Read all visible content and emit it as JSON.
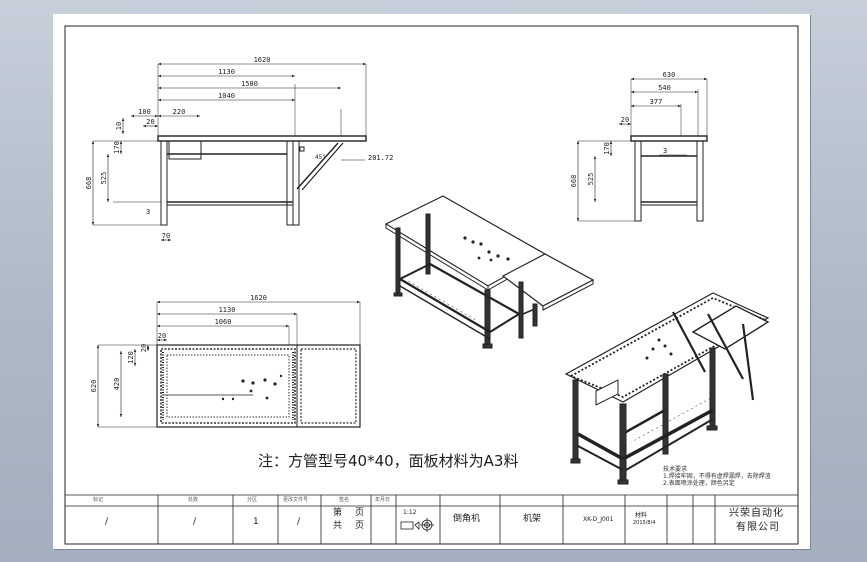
{
  "drawing_note": "注：方管型号40*40，面板材料为A3料",
  "front_view": {
    "dims_top": [
      "1620",
      "1130",
      "1580",
      "1040"
    ],
    "dims_left_top": [
      "100",
      "220",
      "20",
      "10"
    ],
    "dims_left": [
      "170",
      "525",
      "668"
    ],
    "dim_bottom": [
      "3",
      "70"
    ],
    "dim_right": "201.72",
    "dim_angle": "45°"
  },
  "side_view": {
    "dims_top": [
      "630",
      "540",
      "377",
      "20"
    ],
    "dims_left": [
      "170",
      "525",
      "668"
    ],
    "dim_inner": "3"
  },
  "top_view": {
    "dims_top": [
      "1620",
      "1130",
      "1060",
      "20"
    ],
    "dims_left": [
      "20",
      "120",
      "420",
      "620"
    ]
  },
  "tech_requirements": [
    "技术要求",
    "1.焊接牢固，不得有虚焊漏焊，去除焊渣",
    "2.表面喷涂处理，颜色另定"
  ],
  "title_block": {
    "headers": [
      "标记",
      "处数",
      "分区",
      "更改文件号",
      "签名",
      "年月日"
    ],
    "values": [
      "/",
      "/",
      "1",
      "/"
    ],
    "sheet_labels": [
      "第",
      "页",
      "共",
      "页"
    ],
    "scale": "1:12",
    "product": "倒角机",
    "part": "机架",
    "drawing_no": "XK-D_J001",
    "material_label": "材料",
    "date": "2015/8/4",
    "company_line1": "兴荣自动化",
    "company_line2": "有限公司"
  }
}
